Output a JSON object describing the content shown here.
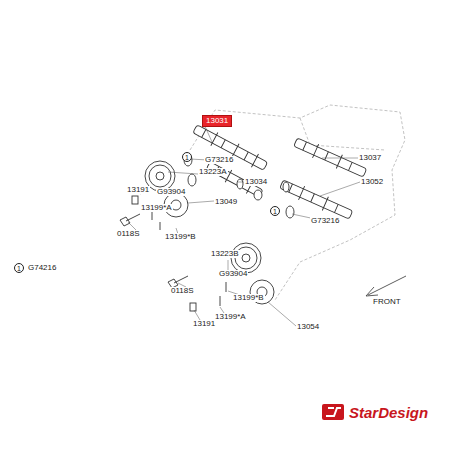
{
  "diagram": {
    "nodes": [
      {
        "text": [
          "13031"
        ]
      },
      {
        "text": [
          "1"
        ]
      },
      {
        "text": [
          "1"
        ]
      },
      {
        "text": [
          "1"
        ]
      }
    ],
    "labels": [
      "13223A",
      "G93904",
      "13191",
      "13199*A",
      "0118S",
      "13199*B",
      "13049",
      "G73216",
      "13034",
      "13037",
      "13052",
      "13223B",
      "G93904",
      "0118S",
      "13191",
      "13199*A",
      "13199*B",
      "13054",
      "G73216",
      "FRONT",
      "G74216",
      "StarDesign"
    ]
  }
}
